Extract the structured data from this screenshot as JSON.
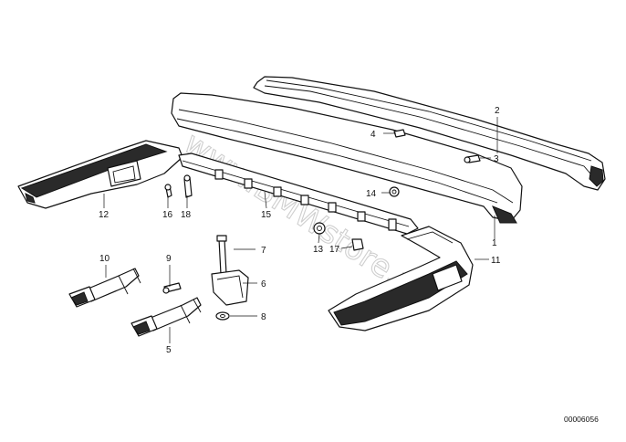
{
  "diagram": {
    "callouts": [
      "1",
      "2",
      "3",
      "4",
      "5",
      "6",
      "7",
      "8",
      "9",
      "10",
      "11",
      "12",
      "13",
      "14",
      "15",
      "16",
      "17",
      "18"
    ],
    "diagram_id": "00006056"
  },
  "watermark": {
    "text": "www.BMWstore.pl"
  },
  "colors": {
    "line": "#111111",
    "fill": "#ffffff",
    "shade": "#2a2a2a",
    "watermark": "#cfcfcf"
  }
}
